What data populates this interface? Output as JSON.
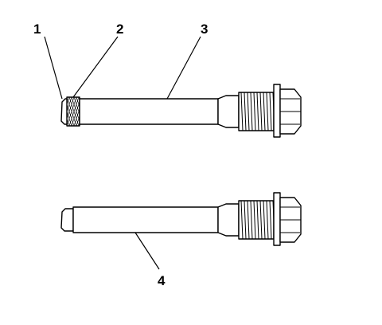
{
  "callouts": {
    "c1": "1",
    "c2": "2",
    "c3": "3",
    "c4": "4"
  },
  "parts": {
    "upper": "bolt-with-knurled-tip",
    "lower": "bolt-plain-tip"
  },
  "colors": {
    "line": "#000000",
    "background": "#ffffff"
  }
}
